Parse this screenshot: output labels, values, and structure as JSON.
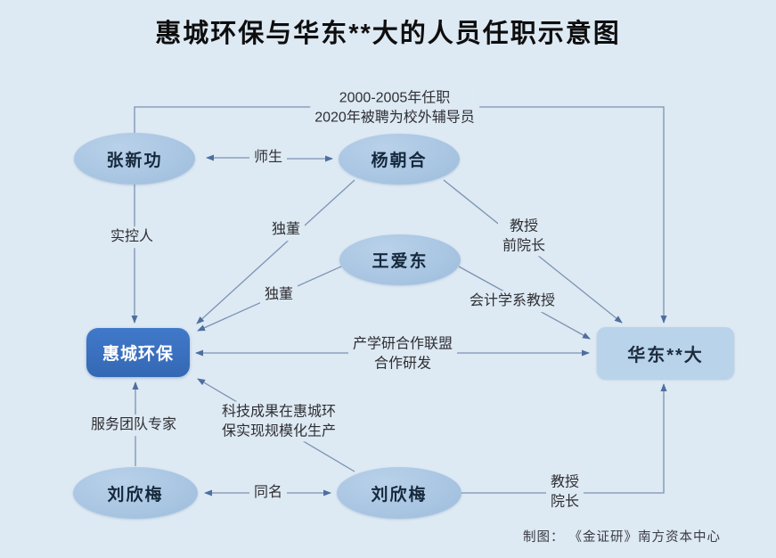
{
  "title": "惠城环保与华东**大的人员任职示意图",
  "nodes": {
    "zhangxingong": "张新功",
    "yangchaohe": "杨朝合",
    "wangaidong": "王爱东",
    "liuxinmei_left": "刘欣梅",
    "liuxinmei_center": "刘欣梅",
    "huicheng": "惠城环保",
    "huadong": "华东**大"
  },
  "edges": {
    "top_route": {
      "line1": "2000-2005年任职",
      "line2": "2020年被聘为校外辅导员"
    },
    "shisheng": "师生",
    "shikongren": "实控人",
    "dudong1": "独董",
    "dudong2": "独董",
    "jiaoshou_qianyuanzhang": {
      "line1": "教授",
      "line2": "前院长"
    },
    "kuaiji": "会计学系教授",
    "chanxueyan": {
      "line1": "产学研合作联盟",
      "line2": "合作研发"
    },
    "fuwu": "服务团队专家",
    "keji": {
      "line1": "科技成果在惠城环",
      "line2": "保实现规模化生产"
    },
    "tongming": "同名",
    "jiaoshou_yuanzhang": {
      "line1": "教授",
      "line2": "院长"
    }
  },
  "credit": "制图： 《金证研》南方资本中心",
  "colors": {
    "background": "#dde9f3",
    "line": "#7b93b3",
    "arrow": "#4d6f9e",
    "company_box": "#3b74c4",
    "university_box": "#b8d3ea",
    "label_text": "#2f2f33"
  }
}
